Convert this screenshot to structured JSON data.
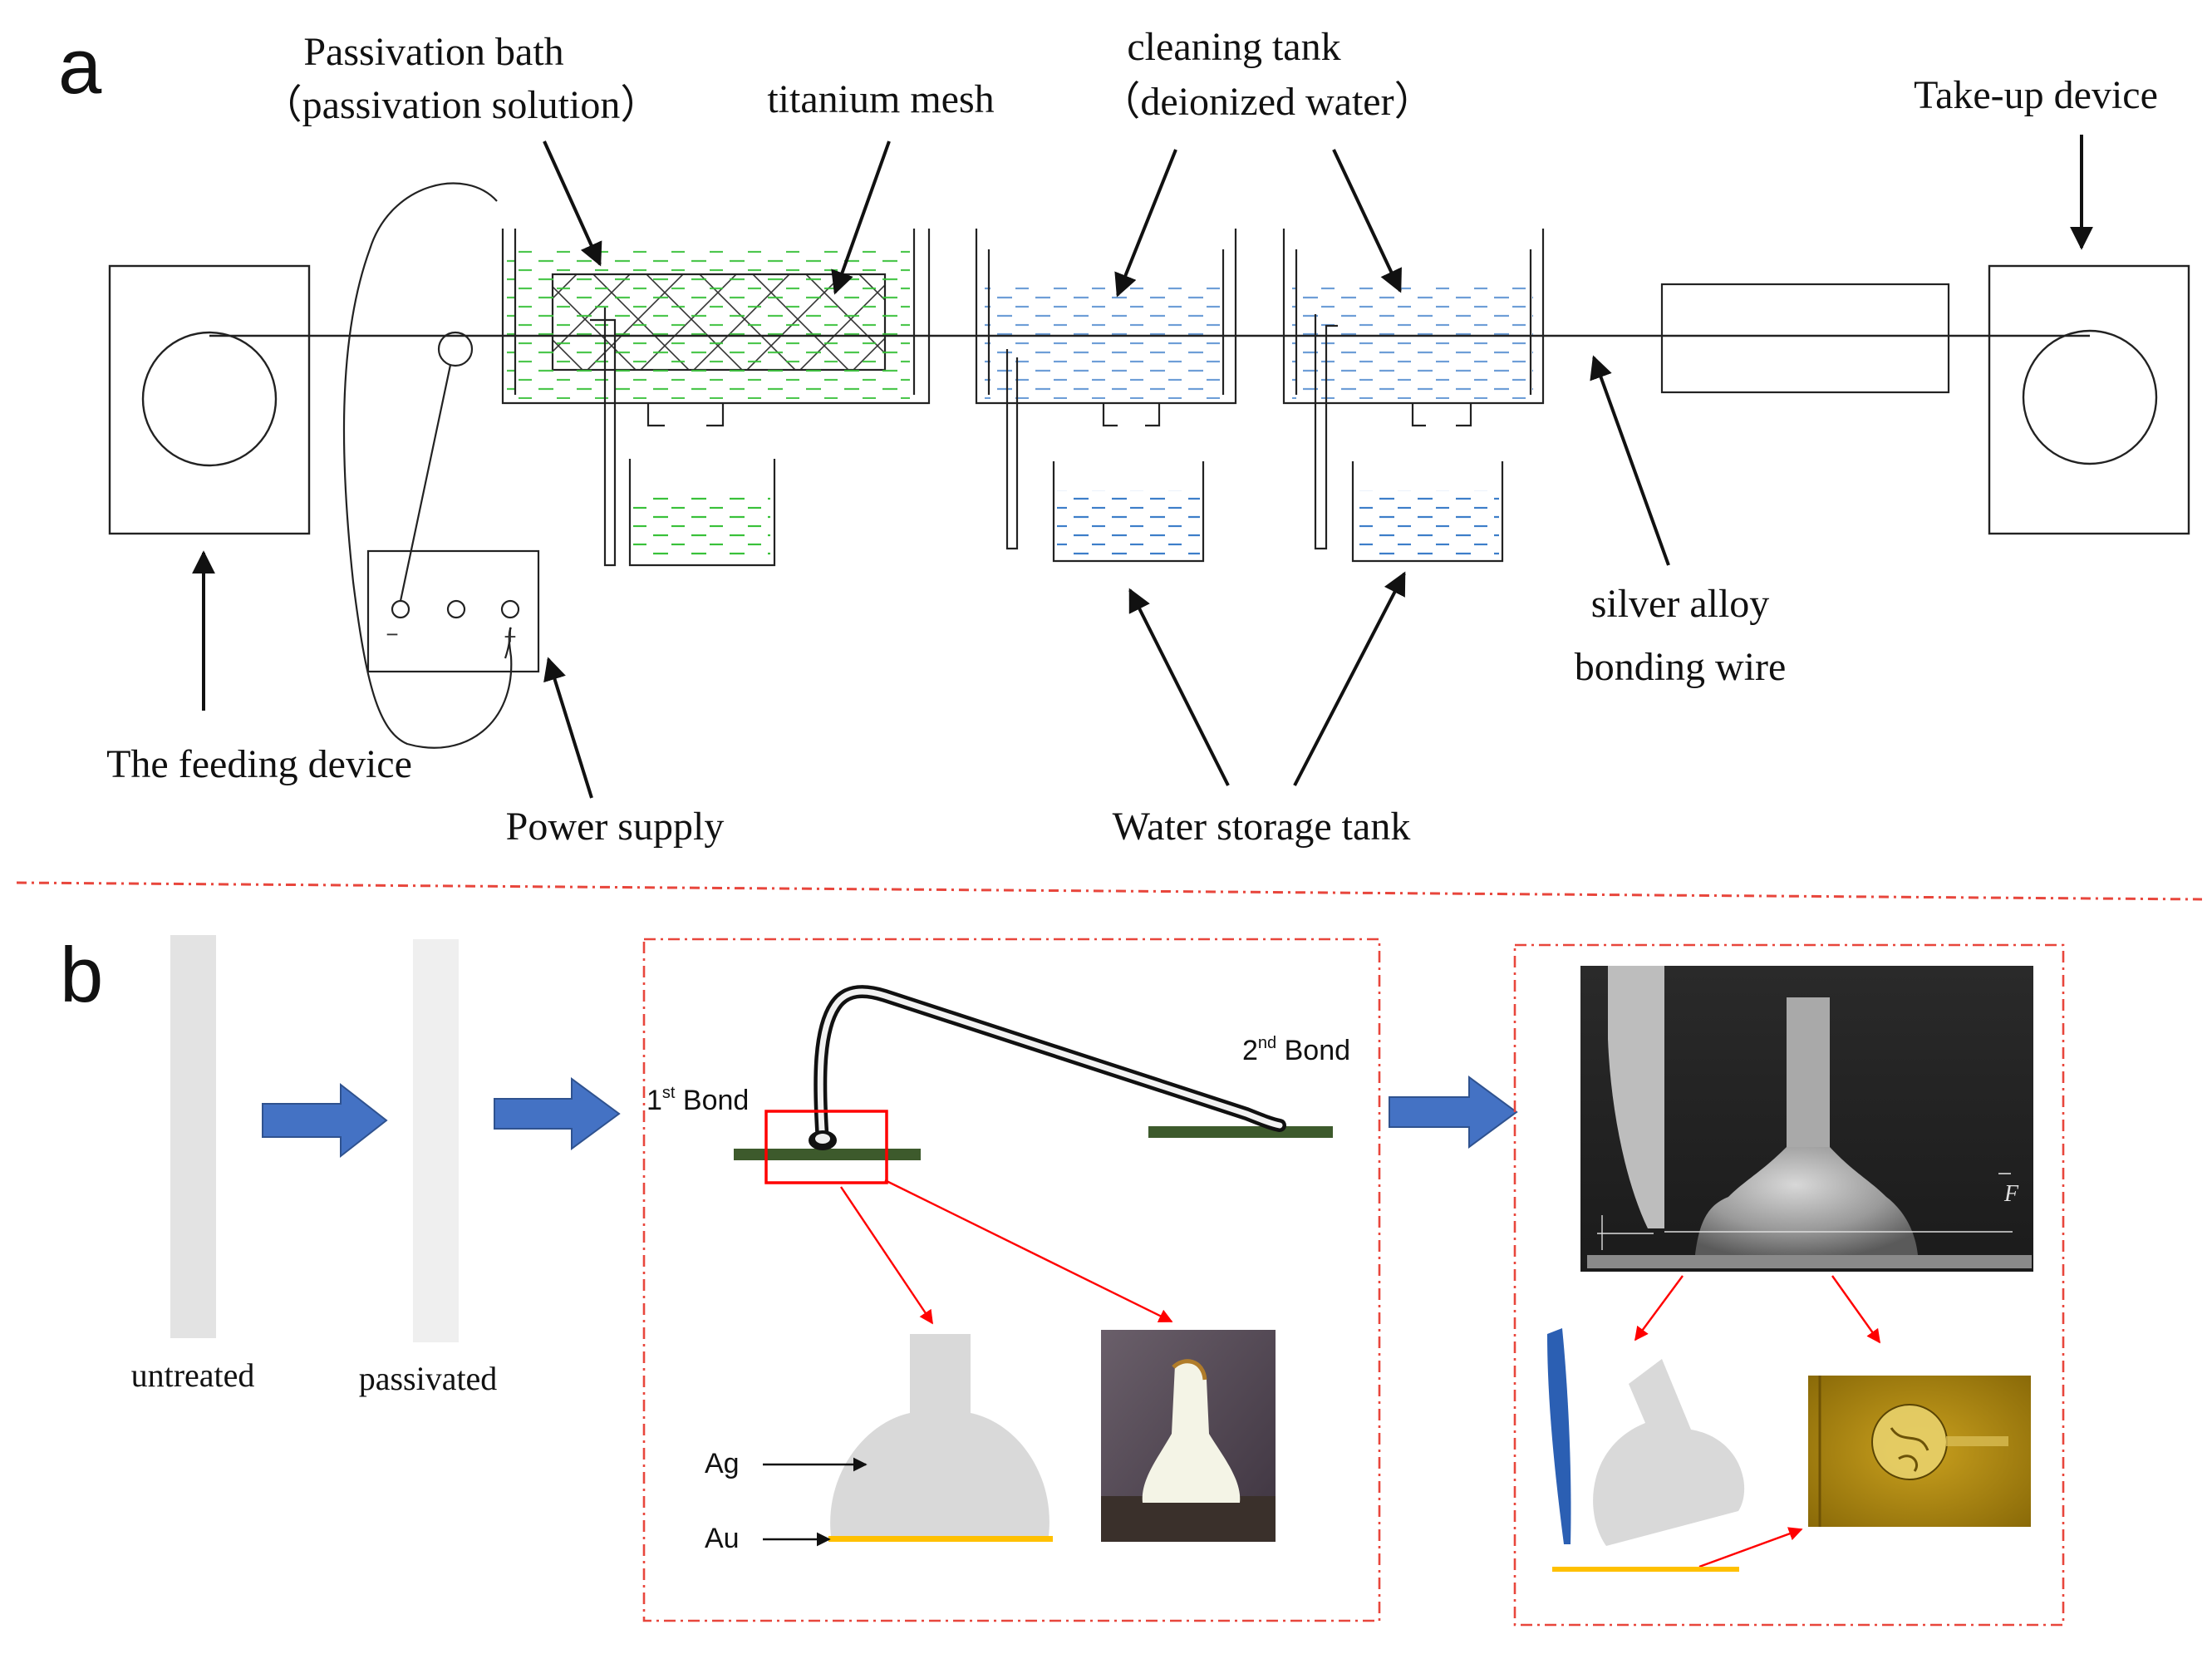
{
  "panel_a": {
    "letter": "a",
    "labels": {
      "passivation_bath_line1": "Passivation  bath",
      "passivation_bath_line2": "（passivation solution）",
      "titanium_mesh": "titanium mesh",
      "cleaning_tank_line1": "cleaning tank",
      "cleaning_tank_line2": "（deionized water）",
      "take_up_device": "Take-up device",
      "silver_wire_line1": "silver alloy",
      "silver_wire_line2": "bonding wire",
      "feeding_device": "The feeding device",
      "power_supply": "Power supply",
      "water_storage_tank": "Water storage tank",
      "minus_sign": "−",
      "plus_sign": "+"
    }
  },
  "panel_b": {
    "letter": "b",
    "labels": {
      "untreated": "untreated",
      "passivated": "passivated",
      "first_bond_num": "1",
      "first_bond_sup": "st",
      "first_bond_word": " Bond",
      "second_bond_num": "2",
      "second_bond_sup": "nd",
      "second_bond_word": " Bond",
      "ag": "Ag",
      "au": "Au",
      "force": "F"
    }
  },
  "colors": {
    "line": "#222222",
    "passivation_liquid": "#39c13a",
    "water": "#3d7ec9",
    "process_arrow": "#4472c4",
    "pad": "#3d5a2c",
    "gold": "#ffc000",
    "ball": "#d9d9d9",
    "red": "#ff0000",
    "dashed_box": "#e8463c"
  }
}
